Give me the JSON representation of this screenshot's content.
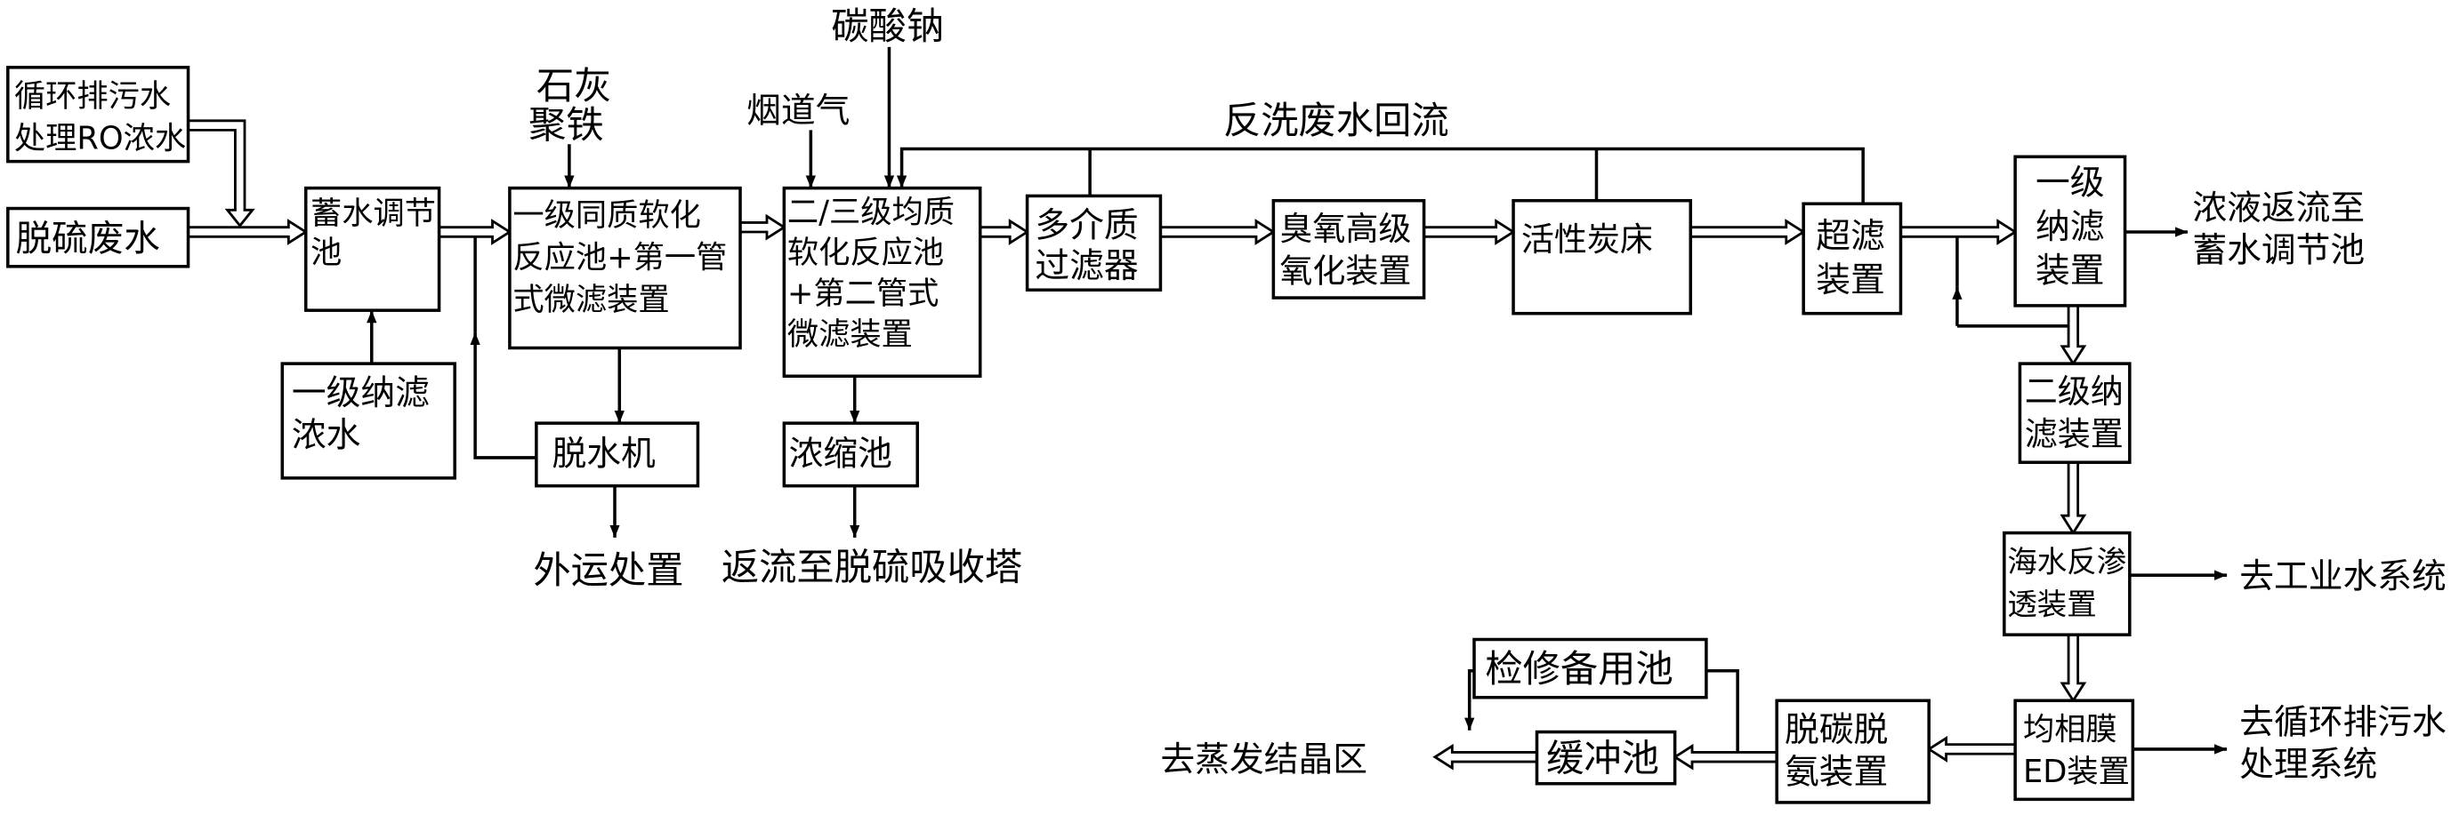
{
  "colors": {
    "line": "#000000",
    "background": "#ffffff"
  },
  "diagram": {
    "nodes": {
      "ro_concentrate": {
        "lines": [
          "循环排污水",
          "处理RO浓水"
        ]
      },
      "desulfurization_wastewater": {
        "lines": [
          "脱硫废水"
        ]
      },
      "storage_tank": {
        "lines": [
          "蓄水调节",
          "池"
        ]
      },
      "nf1_concentrate": {
        "lines": [
          "一级纳滤",
          "浓水"
        ]
      },
      "softening_1": {
        "lines": [
          "一级同质软化",
          "反应池+第一管",
          "式微滤装置"
        ]
      },
      "dewatering": {
        "lines": [
          "脱水机"
        ]
      },
      "softening_23": {
        "lines": [
          "二/三级均质",
          "软化反应池",
          "+第二管式",
          "微滤装置"
        ]
      },
      "thickener": {
        "lines": [
          "浓缩池"
        ]
      },
      "multimedia_filter": {
        "lines": [
          "多介质",
          "过滤器"
        ]
      },
      "ozone_oxidation": {
        "lines": [
          "臭氧高级",
          "氧化装置"
        ]
      },
      "activated_carbon": {
        "lines": [
          "活性炭床"
        ]
      },
      "ultrafiltration": {
        "lines": [
          "超滤",
          "装置"
        ]
      },
      "nf1": {
        "lines": [
          "一级",
          "纳滤",
          "装置"
        ]
      },
      "nf2": {
        "lines": [
          "二级纳",
          "滤装置"
        ]
      },
      "swro": {
        "lines": [
          "海水反渗",
          "透装置"
        ]
      },
      "ed": {
        "lines": [
          "均相膜",
          "ED装置"
        ]
      },
      "decarb_deammonia": {
        "lines": [
          "脱碳脱",
          "氨装置"
        ]
      },
      "standby_pool": {
        "lines": [
          "检修备用池"
        ]
      },
      "buffer_pool": {
        "lines": [
          "缓冲池"
        ]
      }
    },
    "labels": {
      "lime": "石灰",
      "polyferric": "聚铁",
      "sodium_carbonate": "碳酸钠",
      "flue_gas": "烟道气",
      "backwash_return": "反洗废水回流",
      "offsite_disposal": "外运处置",
      "return_to_absorber": "返流至脱硫吸收塔",
      "concentrate_return": [
        "浓液返流至",
        "蓄水调节池"
      ],
      "to_industrial_water": "去工业水系统",
      "to_circulating_treatment": [
        "去循环排污水",
        "处理系统"
      ],
      "to_evaporation": "去蒸发结晶区"
    }
  }
}
